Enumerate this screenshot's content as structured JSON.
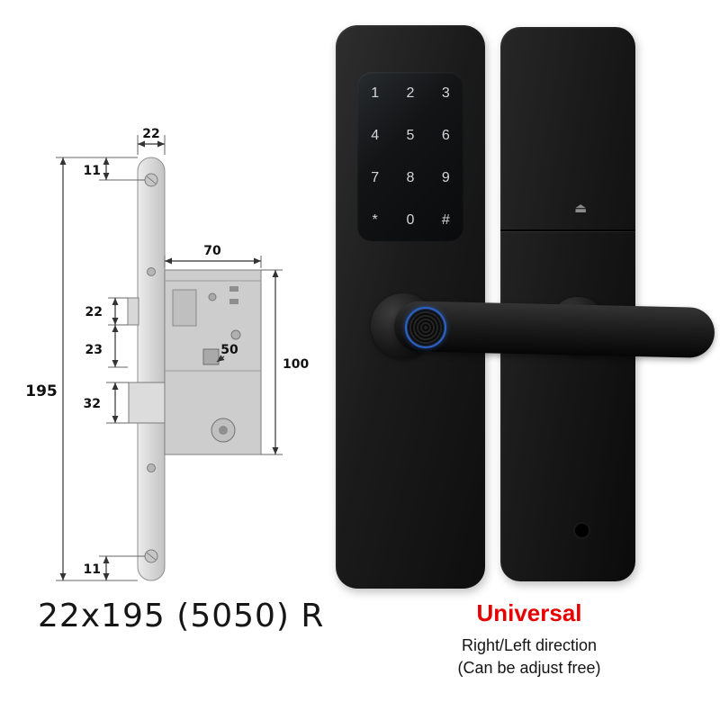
{
  "diagram": {
    "dimensions": {
      "top_width": "22",
      "top_hole_offset": "11",
      "plate_height": "195",
      "body_width": "70",
      "body_height": "100",
      "latch_height": "22",
      "gap_height": "23",
      "deadbolt_height": "32",
      "backset": "50",
      "bottom_hole_offset": "11"
    },
    "label": "22x195 (5050) R"
  },
  "product": {
    "keypad_keys": [
      "1",
      "2",
      "3",
      "4",
      "5",
      "6",
      "7",
      "8",
      "9",
      "*",
      "0",
      "#"
    ],
    "captions": {
      "title": "Universal",
      "line1": "Right/Left direction",
      "line2": "(Can be adjust free)"
    },
    "colors": {
      "caption_red": "#e60000",
      "fingerprint_ring_blue": "#2b63c9",
      "panel_black": "#161616"
    }
  }
}
